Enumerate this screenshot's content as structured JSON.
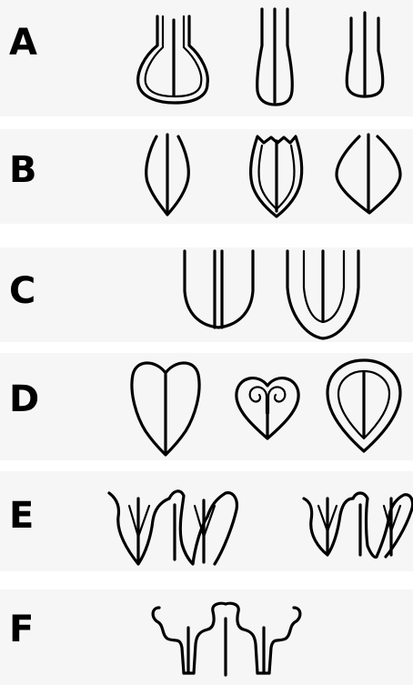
{
  "rows": [
    {
      "label": "A",
      "shapes": [
        "u-shape-double-outline-with-center-line",
        "narrow-u-with-center-line",
        "narrow-u-with-center-line"
      ]
    },
    {
      "label": "B",
      "shapes": [
        "pointed-leaf-with-center-line",
        "notched-leaf-double-outline-with-center-line",
        "pointed-leaf-with-center-line"
      ]
    },
    {
      "label": "C",
      "shapes": [
        "open-u-with-double-center-line",
        "nested-u-with-center-line"
      ]
    },
    {
      "label": "D",
      "shapes": [
        "heart-with-center-line",
        "heart-with-spiral-lobes",
        "teardrop-double-outline-with-center-line"
      ]
    },
    {
      "label": "E",
      "shapes": [
        "branched-lyre-pair",
        "branched-lyre-pair"
      ]
    },
    {
      "label": "F",
      "shapes": [
        "flared-scroll-pair-with-center-line"
      ]
    }
  ]
}
